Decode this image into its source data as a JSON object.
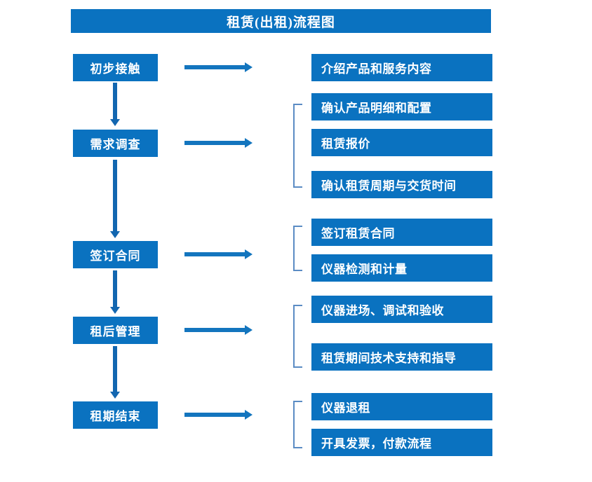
{
  "diagram": {
    "title": "租赁(出租)流程图",
    "accent_color": "#0A72C0",
    "arrow_color": "#1375BE",
    "bracket_color": "#5B8CC4",
    "title_text_color": "#FFFFFF",
    "stages": [
      {
        "id": "stage-1",
        "label": "初步接触"
      },
      {
        "id": "stage-2",
        "label": "需求调查"
      },
      {
        "id": "stage-3",
        "label": "签订合同"
      },
      {
        "id": "stage-4",
        "label": "租后管理"
      },
      {
        "id": "stage-5",
        "label": "租期结束"
      }
    ],
    "details": [
      {
        "id": "detail-1",
        "label": "介绍产品和服务内容"
      },
      {
        "id": "detail-2",
        "label": "确认产品明细和配置"
      },
      {
        "id": "detail-3",
        "label": "租赁报价"
      },
      {
        "id": "detail-4",
        "label": "确认租赁周期与交货时间"
      },
      {
        "id": "detail-5",
        "label": "签订租赁合同"
      },
      {
        "id": "detail-6",
        "label": "仪器检测和计量"
      },
      {
        "id": "detail-7",
        "label": "仪器进场、调试和验收"
      },
      {
        "id": "detail-8",
        "label": "租赁期间技术支持和指导"
      },
      {
        "id": "detail-9",
        "label": "仪器退租"
      },
      {
        "id": "detail-10",
        "label": "开具发票，付款流程"
      }
    ],
    "groups": [
      {
        "id": "group-1",
        "stage": "需求调查",
        "members": [
          "确认产品明细和配置",
          "租赁报价",
          "确认租赁周期与交货时间"
        ]
      },
      {
        "id": "group-2",
        "stage": "签订合同",
        "members": [
          "签订租赁合同",
          "仪器检测和计量"
        ]
      },
      {
        "id": "group-3",
        "stage": "租后管理",
        "members": [
          "仪器进场、调试和验收",
          "租赁期间技术支持和指导"
        ]
      },
      {
        "id": "group-4",
        "stage": "租期结束",
        "members": [
          "仪器退租",
          "开具发票，付款流程"
        ]
      }
    ]
  }
}
